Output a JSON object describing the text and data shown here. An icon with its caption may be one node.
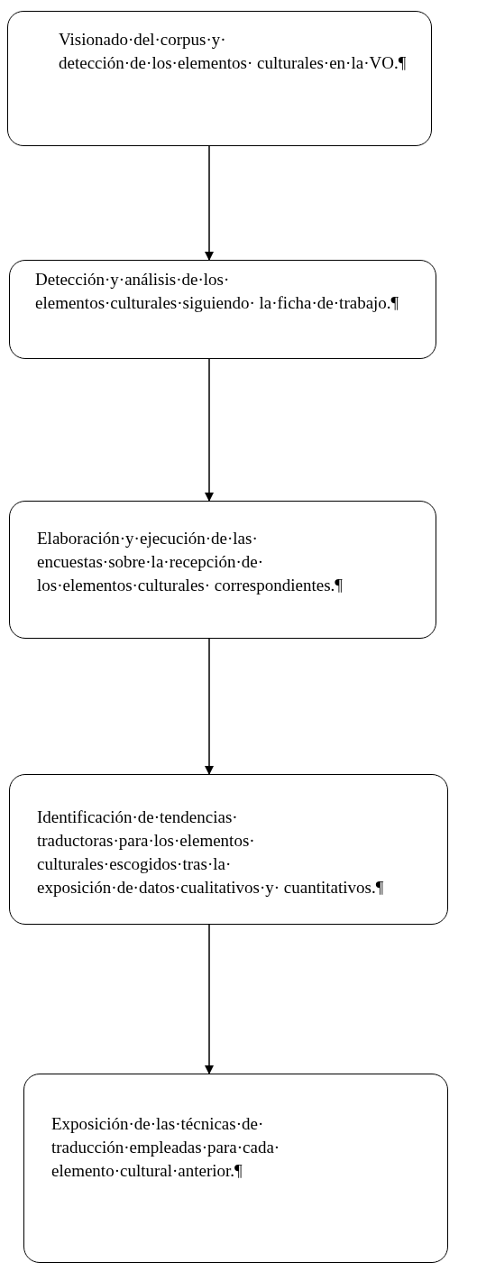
{
  "diagram": {
    "nodes": [
      {
        "text": [
          "Visionado·del·corpus·y· detección·de·los·elementos· culturales·en·la·VO.¶"
        ]
      },
      {
        "text": [
          "Detección·y·análisis·de·los· elementos·culturales·siguiendo· la·ficha·de·trabajo.¶"
        ]
      },
      {
        "text": [
          "Elaboración·y·ejecución·de·las· encuestas·sobre·la·recepción·de· los·elementos·culturales· correspondientes.¶"
        ]
      },
      {
        "text": [
          "Identificación·de·tendencias· traductoras·para·los·elementos· culturales·escogidos·tras·la· exposición·de·datos·cualitativos·y· cuantitativos.¶"
        ]
      },
      {
        "text": [
          "Exposición·de·las·técnicas·de· traducción·empleadas·para·cada· elemento·cultural·anterior.¶"
        ]
      }
    ],
    "edges": [
      {
        "from": 0,
        "to": 1,
        "arrow": "to"
      },
      {
        "from": 1,
        "to": 2,
        "arrow": "to"
      },
      {
        "from": 2,
        "to": 3,
        "arrow": "to"
      },
      {
        "from": 3,
        "to": 4,
        "arrow": "to"
      }
    ]
  }
}
